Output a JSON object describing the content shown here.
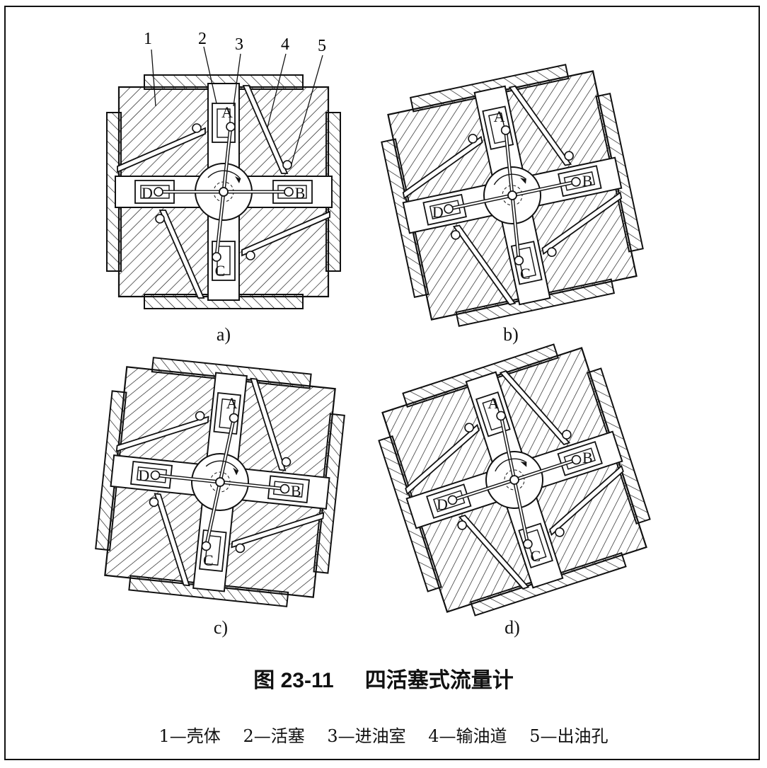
{
  "figure": {
    "caption_number": "图 23-11",
    "caption_title": "四活塞式流量计",
    "subfigures": [
      {
        "label": "a)",
        "piston_labels": [
          "A",
          "B",
          "C",
          "D"
        ]
      },
      {
        "label": "b)",
        "piston_labels": [
          "A",
          "B",
          "C",
          "D"
        ]
      },
      {
        "label": "c)",
        "piston_labels": [
          "A",
          "B",
          "C",
          "D"
        ]
      },
      {
        "label": "d)",
        "piston_labels": [
          "A",
          "B",
          "C",
          "D"
        ]
      }
    ],
    "callouts": [
      "1",
      "2",
      "3",
      "4",
      "5"
    ],
    "legend": [
      "1—壳体",
      "2—活塞",
      "3—进油室",
      "4—输油道",
      "5—出油孔"
    ]
  }
}
